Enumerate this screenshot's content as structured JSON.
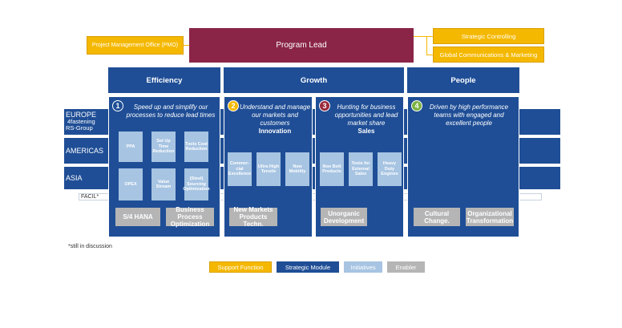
{
  "top": {
    "pmo": "Project Management Office (PMO)",
    "program_lead": "Program Lead",
    "strategic_controlling": "Strategic Controlling",
    "global_comms": "Global Communications & Marketing"
  },
  "modules": {
    "efficiency": {
      "title": "Efficiency",
      "num": "1",
      "desc": "Speed up and simplify our processes to reduce lead times",
      "initiatives": [
        "PPA",
        "Set Up Time Reduction",
        "Tools Cost Reduction",
        "OPEX",
        "Value Stream",
        "(Steel) Sourcing Optimization"
      ],
      "enablers": [
        "S/4 HANA",
        "Business Process Optimization"
      ]
    },
    "growth_a": {
      "title": "Growth",
      "num": "2",
      "desc": "Understand and manage our markets and customers",
      "desc_bold": "Innovation",
      "initiatives": [
        "Commer-cial Excellence",
        "Ultra High Tensile",
        "New Mobility"
      ],
      "enablers": [
        "New Markets Products Techn."
      ]
    },
    "growth_b": {
      "num": "3",
      "desc": "Hunting for business opportunities and lead market share",
      "desc_bold": "Sales",
      "initiatives": [
        "Non Bolt Products",
        "Tools for External Sales",
        "Heavy Duty Engines"
      ],
      "enablers": [
        "Unorganic Development"
      ]
    },
    "people": {
      "title": "People",
      "num": "4",
      "desc": "Driven by high performance teams with engaged and excellent people",
      "enablers": [
        "Cultural Change.",
        "Organizational Transformation"
      ]
    }
  },
  "regions": {
    "europe": "EUROPE",
    "europe_sub1": "4fastening",
    "europe_sub2": "RS-Group",
    "americas": "AMERICAS",
    "asia": "ASIA",
    "facil": "FACIL*"
  },
  "footnote": "*still in discussion",
  "legend": {
    "support": "Support Function",
    "strategic": "Strategic Module",
    "initiatives": "Initiatives",
    "enabler": "Enabler"
  },
  "colors": {
    "gold": "#f5b800",
    "navy": "#1f4e96",
    "light_blue": "#a7c4e2",
    "grey": "#b5b5b5",
    "maroon": "#8a2547",
    "badge_green": "#7cb342",
    "badge_red": "#9a2a3a"
  }
}
